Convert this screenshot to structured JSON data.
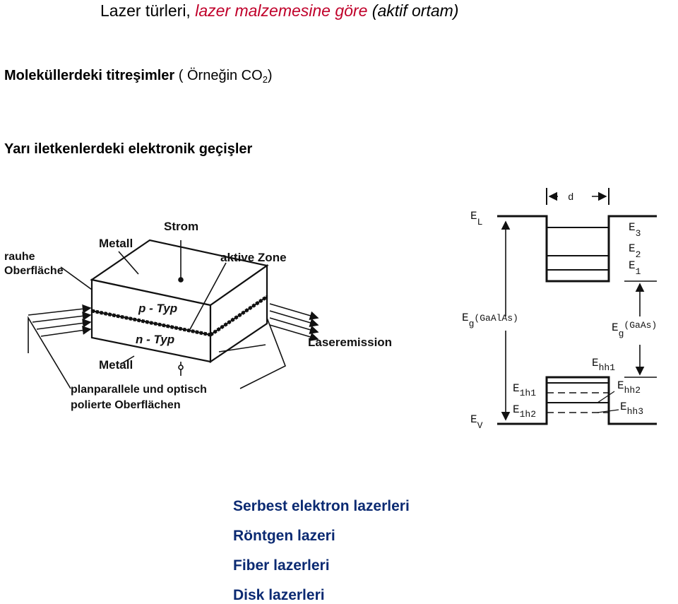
{
  "title": {
    "part1": "Lazer türleri, ",
    "part2": "lazer malzemesine göre",
    "part3": " (aktif ortam)",
    "accent": "#c0002a"
  },
  "molecular": {
    "bold": "Moleküllerdeki titreşimler",
    "normal": " ( Örneğin CO",
    "sub": "2",
    "close": ")"
  },
  "semiconductor": {
    "heading": "Yarı iletkenlerdeki elektronik geçişler"
  },
  "laser_diagram": {
    "labels": {
      "strom": "Strom",
      "metall_top": "Metall",
      "rauhe1": "rauhe",
      "rauhe2": "Oberfläche",
      "aktive": "aktive Zone",
      "ptyp": "p - Typ",
      "ntyp": "n - Typ",
      "emission": "Laseremission",
      "metall_bottom": "Metall",
      "plan1": "planparallele und optisch",
      "plan2": "polierte Oberflächen"
    }
  },
  "band_diagram": {
    "labels": {
      "d": "d",
      "EL": "E",
      "EL_sub": "L",
      "E3": "E",
      "E3_sub": "3",
      "E2": "E",
      "E2_sub": "2",
      "E1": "E",
      "E1_sub": "1",
      "Eg_left": "E",
      "Eg_left_sub": "g",
      "Eg_left_mat": "(GaAlAs)",
      "Eg_right": "E",
      "Eg_right_sub": "g",
      "Eg_right_mat": "(GaAs)",
      "Ehh1": "E",
      "Ehh1_sub": "hh1",
      "Ehh2": "E",
      "Ehh2_sub": "hh2",
      "Ehh3": "E",
      "Ehh3_sub": "hh3",
      "Elh1": "E",
      "Elh1_sub": "1h1",
      "Elh2": "E",
      "Elh2_sub": "1h2",
      "EV": "E",
      "EV_sub": "V"
    }
  },
  "other_lasers": [
    "Serbest elektron lazerleri",
    "Röntgen lazeri",
    "Fiber lazerleri",
    "Disk lazerleri"
  ],
  "colors": {
    "list_text": "#0b2a72"
  }
}
